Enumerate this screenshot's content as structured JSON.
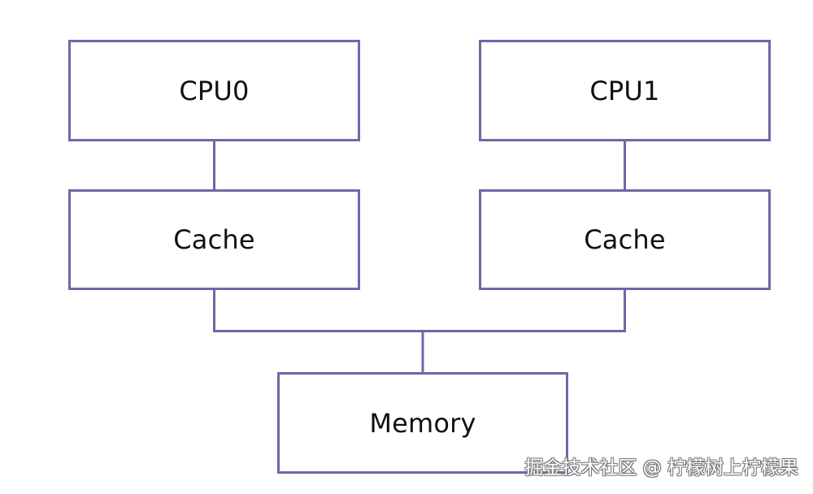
{
  "nodes": {
    "cpu0": {
      "label": "CPU0"
    },
    "cpu1": {
      "label": "CPU1"
    },
    "cache0": {
      "label": "Cache"
    },
    "cache1": {
      "label": "Cache"
    },
    "memory": {
      "label": "Memory"
    }
  },
  "edges": [
    {
      "from": "cpu0",
      "to": "cache0"
    },
    {
      "from": "cpu1",
      "to": "cache1"
    },
    {
      "from": "cache0",
      "to": "memory"
    },
    {
      "from": "cache1",
      "to": "memory"
    }
  ],
  "watermark": "掘金技术社区 @ 柠檬树上柠檬果",
  "colors": {
    "stroke": "#6f67a8",
    "text": "#111111",
    "background": "#ffffff"
  }
}
